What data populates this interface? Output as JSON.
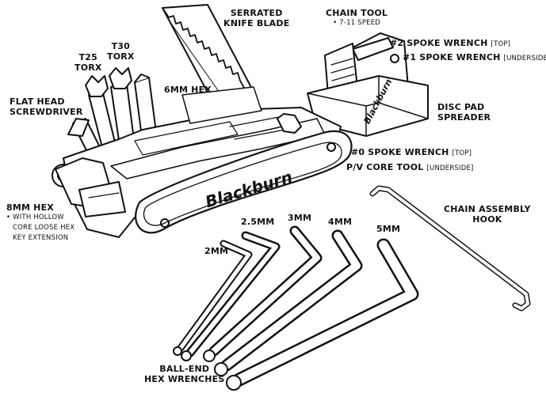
{
  "brand": "Blackburn",
  "callouts": {
    "serrated_knife": [
      "SERRATED",
      "KNIFE BLADE"
    ],
    "chain_tool": [
      "CHAIN TOOL"
    ],
    "chain_tool_note": "• 7-11 SPEED",
    "spoke2_main": "#2 SPOKE WRENCH",
    "spoke2_note": "[TOP]",
    "spoke1_main": "#1 SPOKE WRENCH",
    "spoke1_note": "[UNDERSIDE]",
    "t25": [
      "T25",
      "TORX"
    ],
    "t30": [
      "T30",
      "TORX"
    ],
    "hex6": "6MM HEX",
    "flathead": [
      "FLAT HEAD",
      "SCREWDRIVER"
    ],
    "disc_pad": [
      "DISC PAD",
      "SPREADER"
    ],
    "spoke0_main": "#0 SPOKE WRENCH",
    "spoke0_note": "[TOP]",
    "pv_main": "P/V CORE TOOL",
    "pv_note": "[UNDERSIDE]",
    "hex8": "8MM HEX",
    "hex8_notes": [
      "• WITH HOLLOW",
      "CORE LOOSE HEX",
      "KEY EXTENSION"
    ],
    "chain_hook": [
      "CHAIN ASSEMBLY",
      "HOOK"
    ],
    "hex2": "2MM",
    "hex25": "2.5MM",
    "hex3": "3MM",
    "hex4": "4MM",
    "hex5": "5MM",
    "ball_end": [
      "BALL-END",
      "HEX WRENCHES"
    ]
  }
}
